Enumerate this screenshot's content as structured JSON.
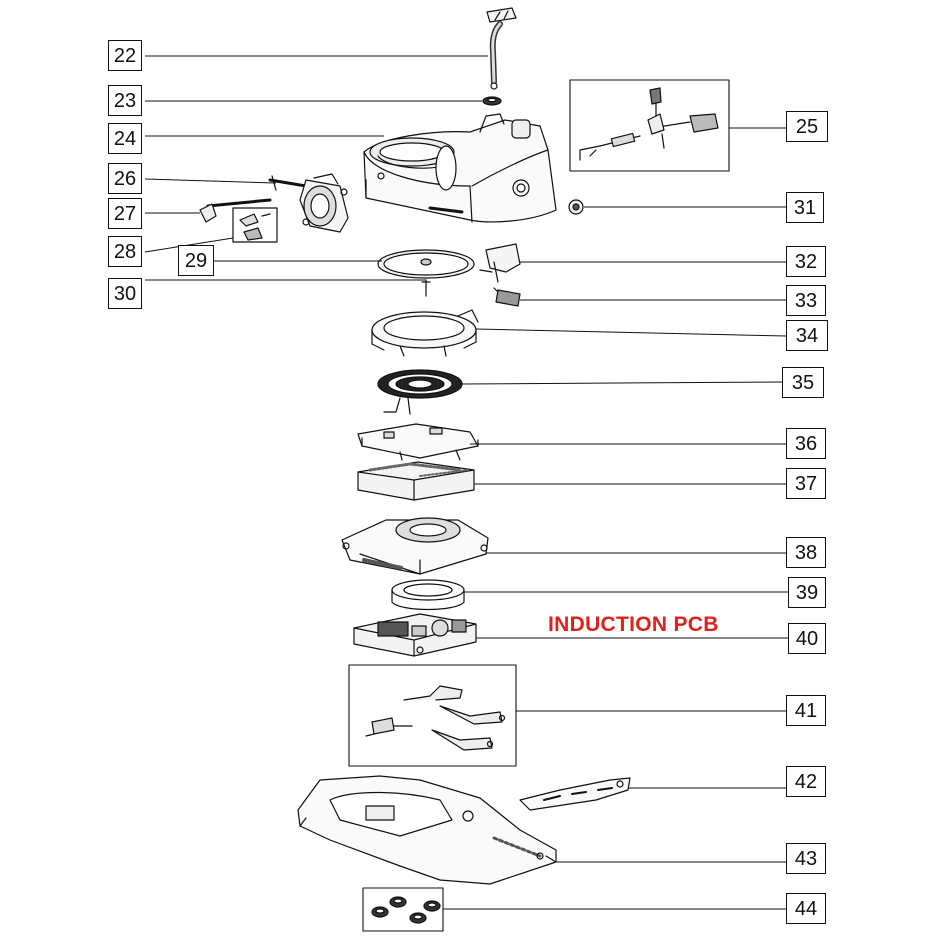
{
  "diagram": {
    "section_label": "INDUCTION PCB",
    "section_label_color": "#e0201b",
    "line_color": "#111111",
    "callouts": [
      {
        "id": "22",
        "label": "22"
      },
      {
        "id": "23",
        "label": "23"
      },
      {
        "id": "24",
        "label": "24"
      },
      {
        "id": "25",
        "label": "25"
      },
      {
        "id": "26",
        "label": "26"
      },
      {
        "id": "27",
        "label": "27"
      },
      {
        "id": "28",
        "label": "28"
      },
      {
        "id": "29",
        "label": "29"
      },
      {
        "id": "30",
        "label": "30"
      },
      {
        "id": "31",
        "label": "31"
      },
      {
        "id": "32",
        "label": "32"
      },
      {
        "id": "33",
        "label": "33"
      },
      {
        "id": "34",
        "label": "34"
      },
      {
        "id": "35",
        "label": "35"
      },
      {
        "id": "36",
        "label": "36"
      },
      {
        "id": "37",
        "label": "37"
      },
      {
        "id": "38",
        "label": "38"
      },
      {
        "id": "39",
        "label": "39"
      },
      {
        "id": "40",
        "label": "40"
      },
      {
        "id": "41",
        "label": "41"
      },
      {
        "id": "42",
        "label": "42"
      },
      {
        "id": "43",
        "label": "43"
      },
      {
        "id": "44",
        "label": "44"
      }
    ]
  }
}
